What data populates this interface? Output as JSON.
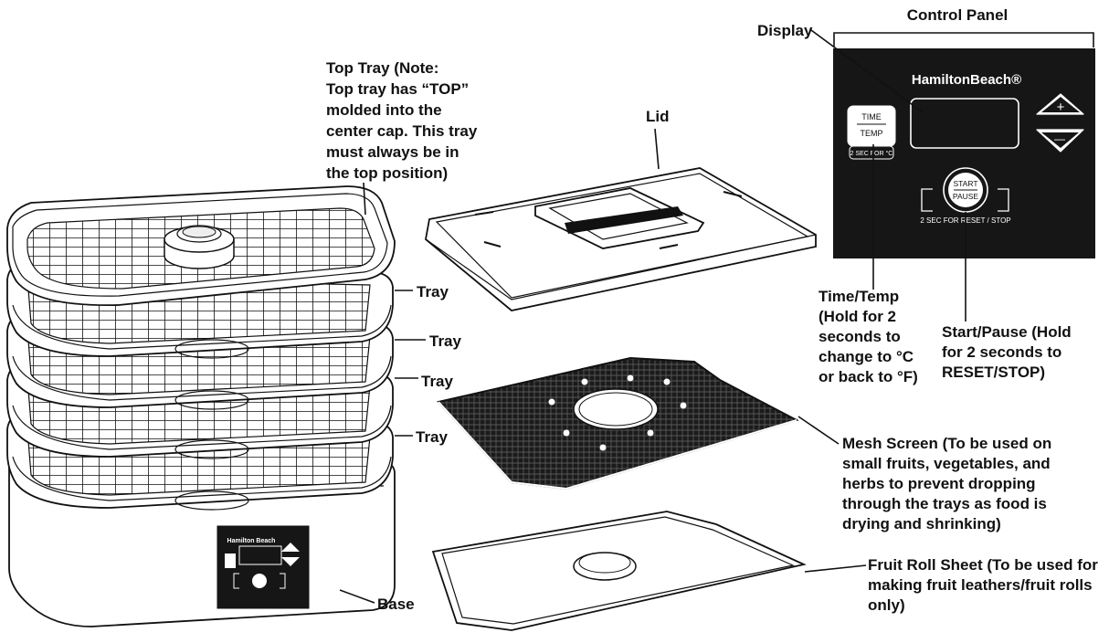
{
  "control_panel": {
    "title": "Control Panel",
    "brand": "HamiltonBeach®",
    "time_btn_top": "TIME",
    "time_btn_bottom": "TEMP",
    "time_btn_caption": "2 SEC FOR °C",
    "start_btn_top": "START",
    "start_btn_bottom": "PAUSE",
    "start_btn_caption": "2 SEC FOR RESET / STOP",
    "plus": "+",
    "minus": "—"
  },
  "labels": {
    "display": "Display",
    "top_tray": [
      "Top Tray (Note:",
      "Top tray has “TOP”",
      "molded into the",
      "center cap. This tray",
      "must always be in",
      "the top position)"
    ],
    "lid": "Lid",
    "tray": "Tray",
    "base": "Base",
    "time_temp": [
      "Time/Temp",
      "(Hold for 2",
      "seconds to",
      "change to °C",
      "or back to °F)"
    ],
    "start_pause": [
      "Start/Pause (Hold",
      "for 2 seconds to",
      "RESET/STOP)"
    ],
    "mesh_screen": [
      "Mesh Screen (To be used on",
      "small fruits, vegetables, and",
      "herbs to prevent dropping",
      "through the trays as food is",
      "drying and shrinking)"
    ],
    "fruit_roll": [
      "Fruit Roll Sheet (To be used for",
      "making fruit leathers/fruit rolls",
      "only)"
    ]
  },
  "base_panel": {
    "brand": "Hamilton Beach"
  }
}
